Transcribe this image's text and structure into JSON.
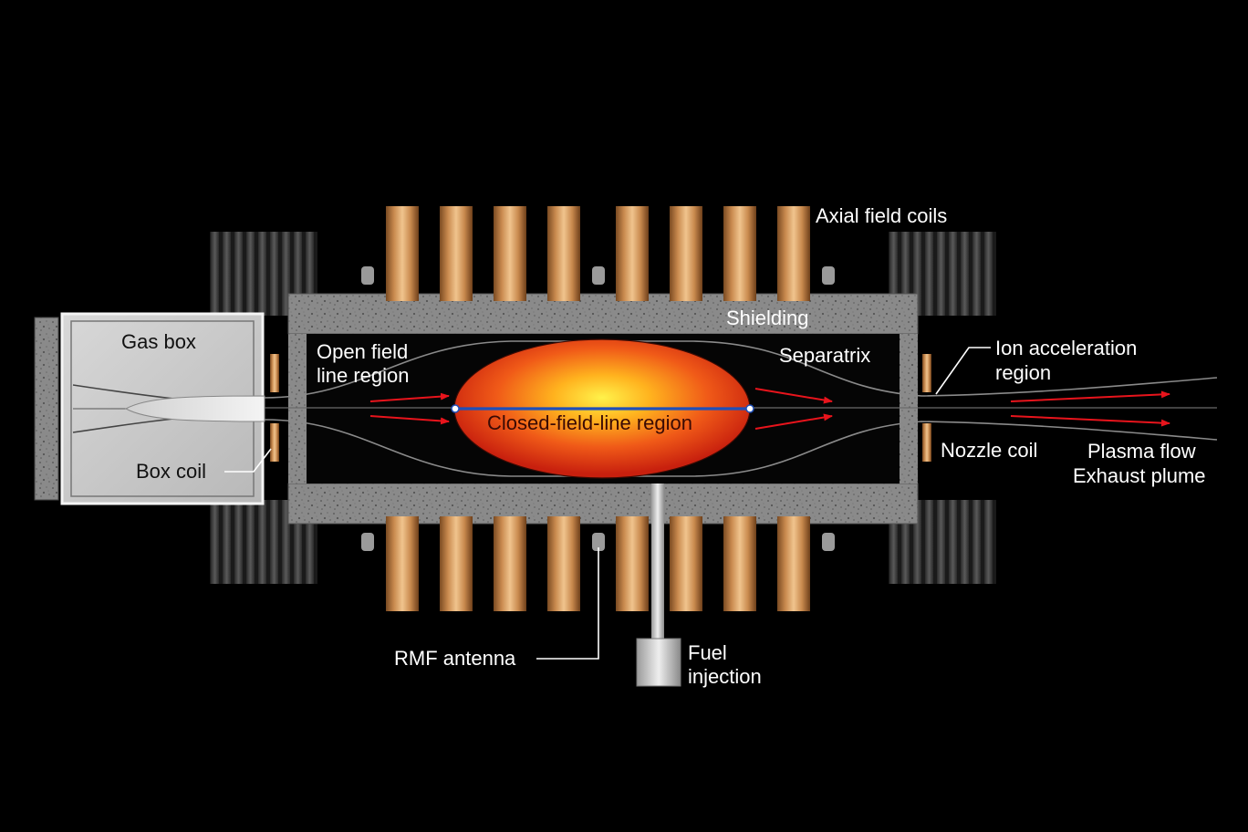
{
  "labels": {
    "axial_field_coils": "Axial field coils",
    "shielding": "Shielding",
    "gas_box": "Gas box",
    "open_field_line1": "Open field",
    "open_field_line2": "line region",
    "separatrix": "Separatrix",
    "ion_accel_line1": "Ion acceleration",
    "ion_accel_line2": "region",
    "closed_field_line": "Closed-field-line region",
    "box_coil": "Box coil",
    "nozzle_coil": "Nozzle coil",
    "plasma_flow": "Plasma flow",
    "exhaust_plume": "Exhaust plume",
    "rmf_antenna": "RMF antenna",
    "fuel_line1": "Fuel",
    "fuel_line2": "injection"
  },
  "colors": {
    "background": "#000000",
    "coil": "#c98a4e",
    "shielding": "#8c8c8c",
    "plasma_core": "#ffe23a",
    "plasma_edge": "#d42a10",
    "flow_arrow": "#e8141c",
    "axis_line": "#1f4fb8",
    "text": "#ffffff"
  }
}
